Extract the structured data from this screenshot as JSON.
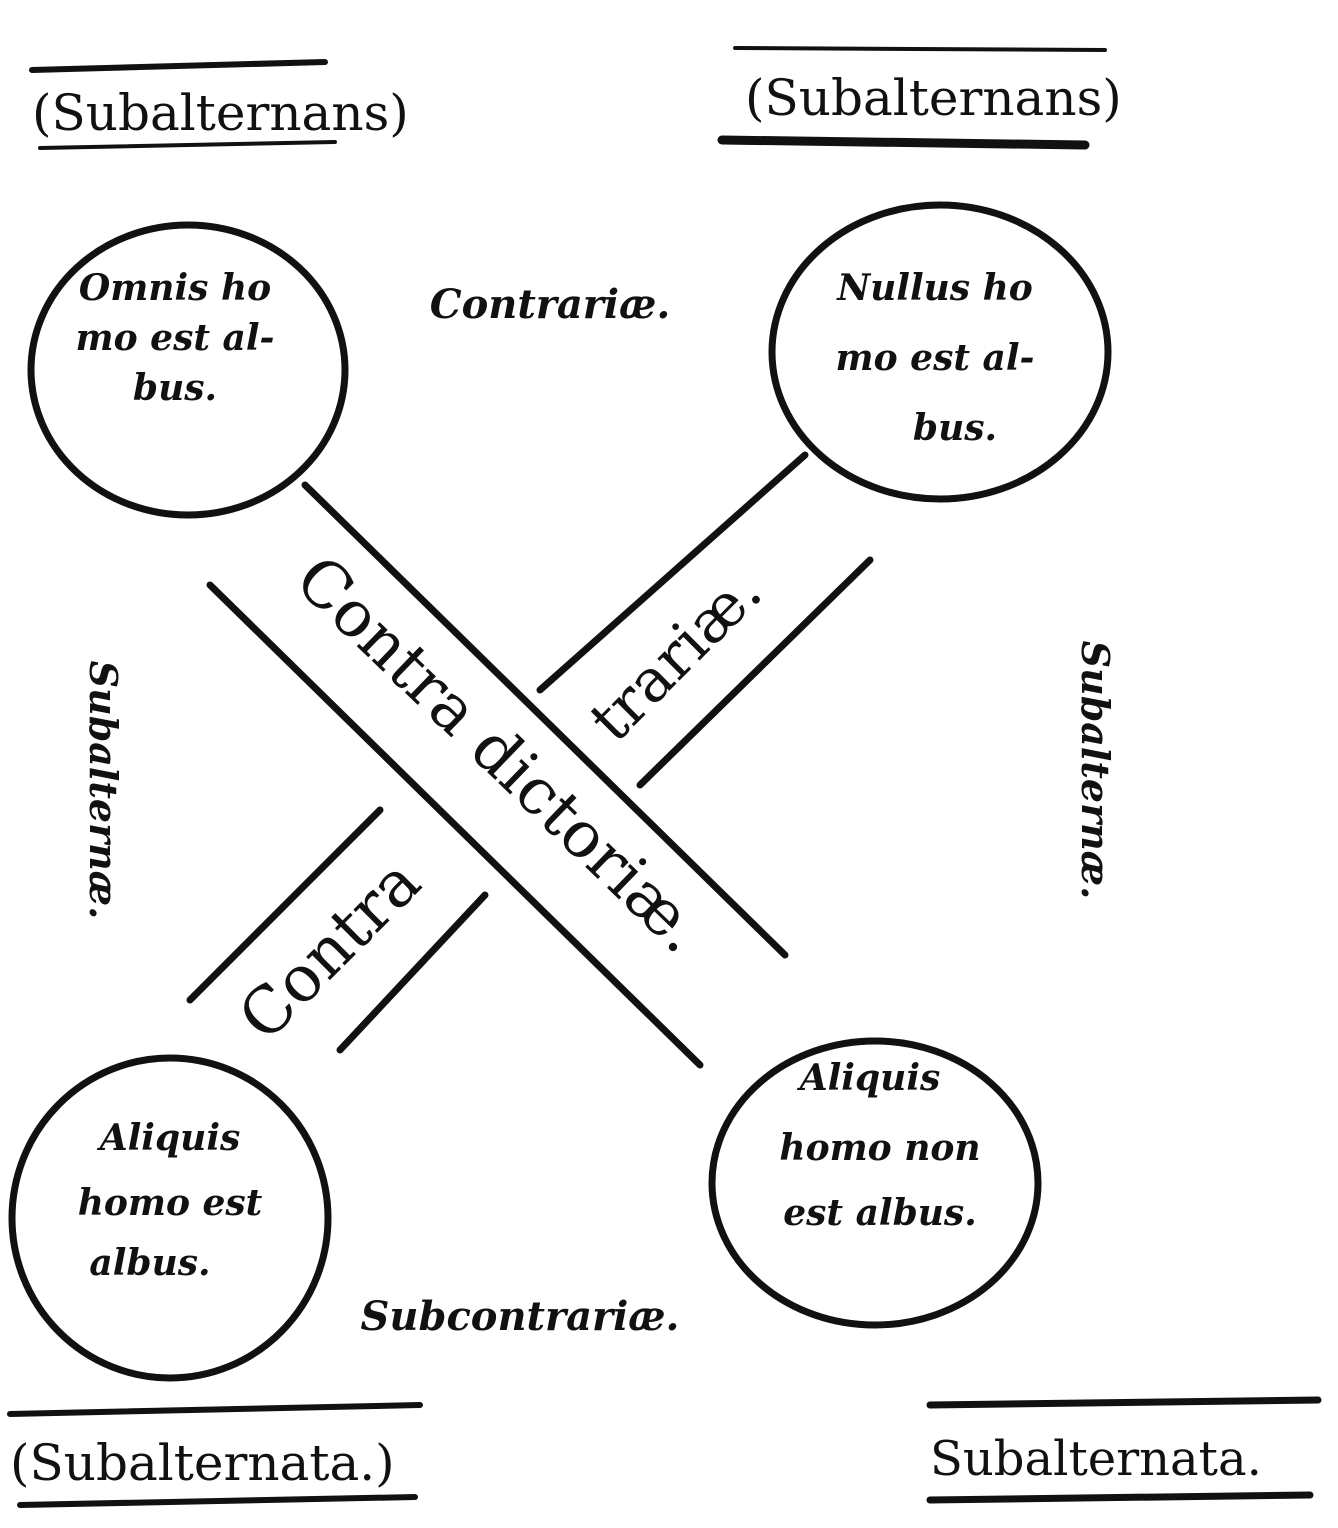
{
  "corners": {
    "top_left_label": "(Subalternans)",
    "top_right_label": "(Subalternans)",
    "bottom_left_label": "(Subalternata.)",
    "bottom_right_label": "Subalternata."
  },
  "propositions": {
    "a": [
      "Omnis ho",
      "mo est al-",
      "bus."
    ],
    "e": [
      "Nullus ho",
      "mo est al-",
      "bus."
    ],
    "i": [
      "Aliquis",
      "homo est",
      "albus."
    ],
    "o": [
      "Aliquis",
      "homo non",
      "est albus."
    ]
  },
  "relations": {
    "contrariae": "Contrariæ.",
    "subcontrariae": "Subcontrariæ.",
    "subalternae_left": "Subalternæ.",
    "subalternae_right": "Subalternæ.",
    "contradictoriae_1": "Contra dictoriæ.",
    "contradictoriae_2a": "Contra",
    "contradictoriae_2b": "trariæ."
  }
}
